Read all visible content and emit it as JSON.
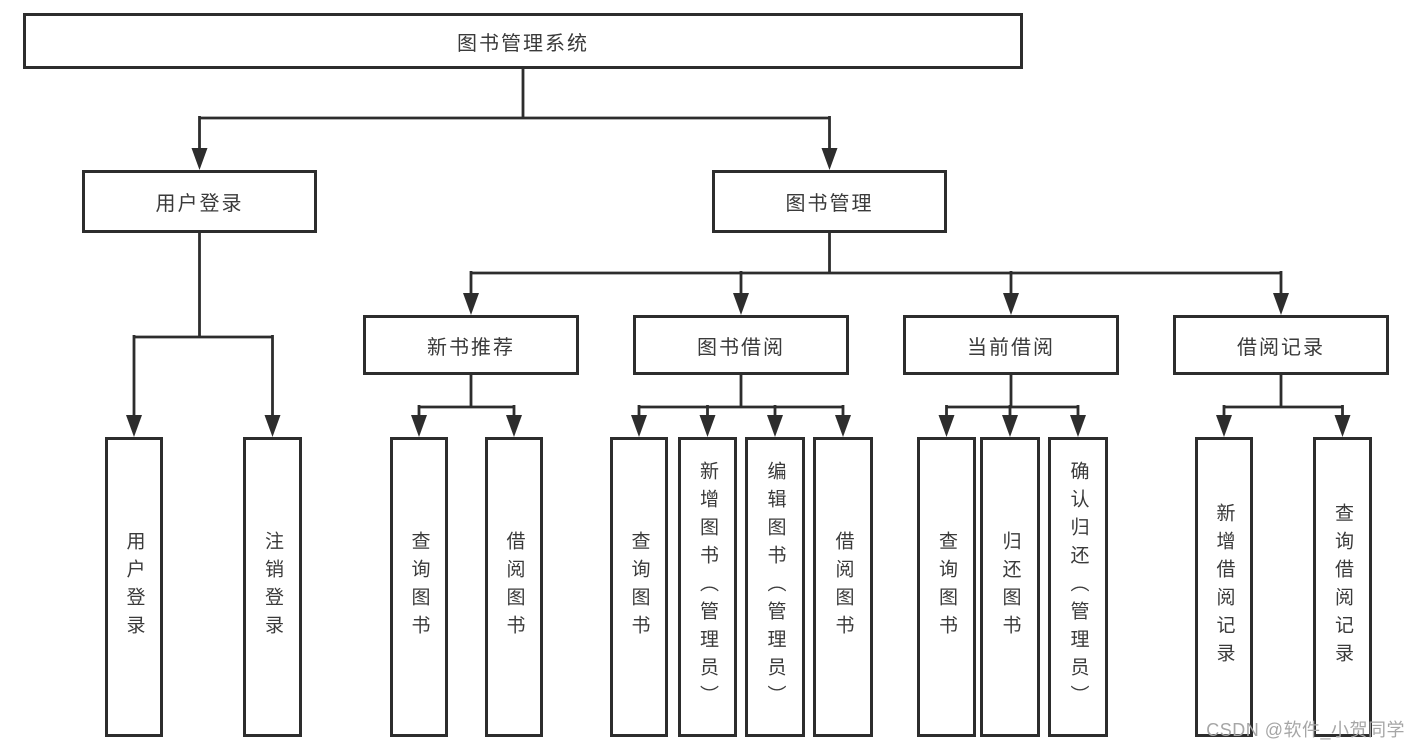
{
  "diagram": {
    "root": {
      "label": "图书管理系统"
    },
    "branches": [
      {
        "label": "用户登录",
        "children": [
          {
            "label": "用户登录"
          },
          {
            "label": "注销登录"
          }
        ]
      },
      {
        "label": "图书管理",
        "children": [
          {
            "label": "新书推荐",
            "children": [
              {
                "label": "查询图书"
              },
              {
                "label": "借阅图书"
              }
            ]
          },
          {
            "label": "图书借阅",
            "children": [
              {
                "label": "查询图书"
              },
              {
                "label": "新增图书（管理员）"
              },
              {
                "label": "编辑图书（管理员）"
              },
              {
                "label": "借阅图书"
              }
            ]
          },
          {
            "label": "当前借阅",
            "children": [
              {
                "label": "查询图书"
              },
              {
                "label": "归还图书"
              },
              {
                "label": "确认归还（管理员）"
              }
            ]
          },
          {
            "label": "借阅记录",
            "children": [
              {
                "label": "新增借阅记录"
              },
              {
                "label": "查询借阅记录"
              }
            ]
          }
        ]
      }
    ],
    "watermark": "CSDN @软件_小贺同学",
    "colors": {
      "line": "#2d2d2d",
      "text": "#3a3a3a",
      "watermark": "#a6a6a6",
      "background": "#ffffff"
    }
  }
}
